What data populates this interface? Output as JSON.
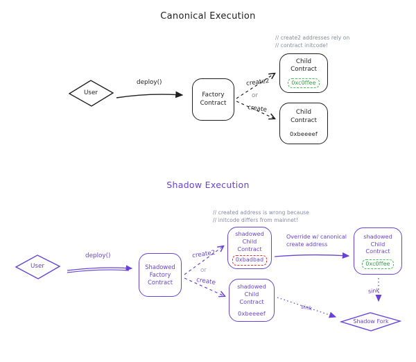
{
  "colors": {
    "ink": "#1e1e1e",
    "purple": "#6741d9",
    "green_border": "#40c057",
    "green_text": "#2f9e44",
    "red_border": "#e03131",
    "comment_gray": "#7f8c98",
    "comment_purple_gray": "#8887a8"
  },
  "canonical": {
    "title": "Canonical Execution",
    "comment": "// create2 addresses rely on\n// contract initcode!",
    "user": "User",
    "deploy": "deploy()",
    "factory": "Factory\nContract",
    "create2": "create2",
    "or": "or",
    "create": "create",
    "child_create2": {
      "name": "Child\nContract",
      "address": "0xc0ffee"
    },
    "child_create": {
      "name": "Child\nContract",
      "address": "0xbeeeef"
    }
  },
  "shadow": {
    "title": "Shadow Execution",
    "comment": "// created address is wrong because\n// initcode differs from mainnet!",
    "user": "User",
    "deploy": "deploy()",
    "factory": "Shadowed\nFactory\nContract",
    "create2": "create2",
    "or": "or",
    "create": "create",
    "child_bad": {
      "name": "shadowed\nChild\nContract",
      "address": "0xbadbad"
    },
    "child_beef": {
      "name": "shadowed\nChild\nContract",
      "address": "0xbeeeef"
    },
    "child_coffee": {
      "name": "shadowed\nChild\nContract",
      "address": "0xc0ffee"
    },
    "override": "Override w/ canonical\ncreate address",
    "sink_vertical": "sink",
    "sink_diagonal": "sink",
    "fork": "Shadow Fork"
  }
}
